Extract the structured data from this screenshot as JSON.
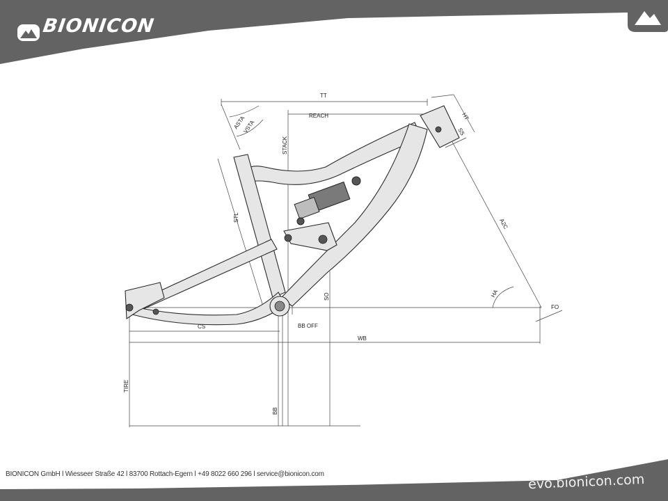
{
  "header": {
    "brand_name": "BIONICON"
  },
  "diagram": {
    "labels": {
      "tt": "TT",
      "reach": "REACH",
      "asta": "ASTA",
      "vsta": "VSTA",
      "stack": "STACK",
      "stl": "STL",
      "ht": "HT",
      "ss": "SS",
      "a2c": "A2C",
      "ha": "HA",
      "fo": "FO",
      "so": "SO",
      "cs": "CS",
      "bb_off": "BB OFF",
      "wb": "WB",
      "tire": "TIRE",
      "bb": "BB"
    }
  },
  "footer": {
    "contact": "BIONICON GmbH  l Wiesseer Straße 42 l 83700 Rottach-Egern l +49 8022 660 296 l service@bionicon.com",
    "url": "evo.bionicon.com"
  },
  "colors": {
    "brand_gray": "#636363",
    "line": "#3a3a3a",
    "frame_fill": "#d9d9d9"
  }
}
